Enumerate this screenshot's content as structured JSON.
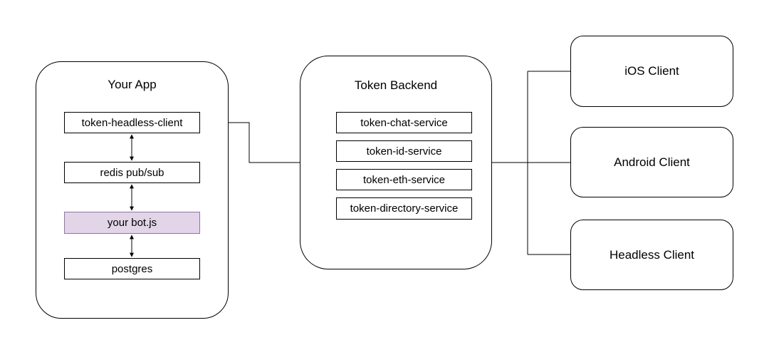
{
  "your_app": {
    "title": "Your App",
    "components": {
      "headless_client": "token-headless-client",
      "redis": "redis pub/sub",
      "bot": "your bot.js",
      "postgres": "postgres"
    }
  },
  "backend": {
    "title": "Token Backend",
    "services": {
      "chat": "token-chat-service",
      "id": "token-id-service",
      "eth": "token-eth-service",
      "directory": "token-directory-service"
    }
  },
  "clients": {
    "ios": "iOS Client",
    "android": "Android Client",
    "headless": "Headless Client"
  },
  "colors": {
    "bot_fill": "#e1d5e7",
    "bot_stroke": "#9673a6",
    "line": "#000000"
  }
}
